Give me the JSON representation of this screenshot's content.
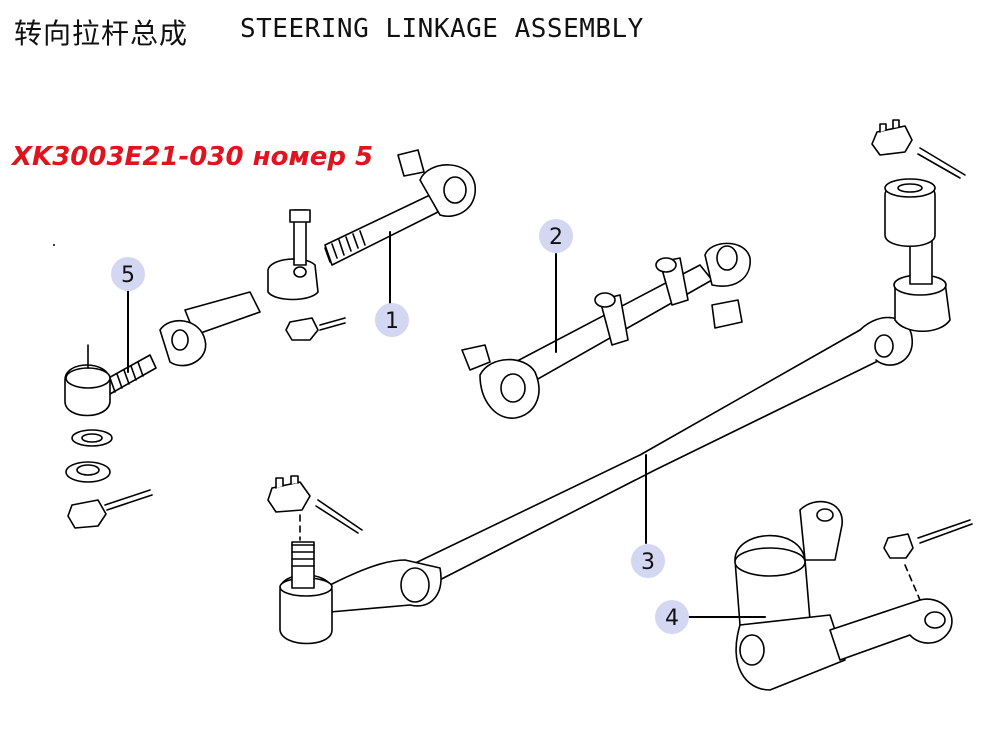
{
  "title_cn": "转向拉杆总成",
  "title_en": "STEERING LINKAGE ASSEMBLY",
  "part_code": "XK3003E21-030 номер 5",
  "callouts": [
    {
      "label": "1"
    },
    {
      "label": "2"
    },
    {
      "label": "3"
    },
    {
      "label": "4"
    },
    {
      "label": "5"
    }
  ],
  "colors": {
    "callout_fill": "#d3d7f2",
    "part_code_color": "#e0141e",
    "line": "#000000"
  }
}
